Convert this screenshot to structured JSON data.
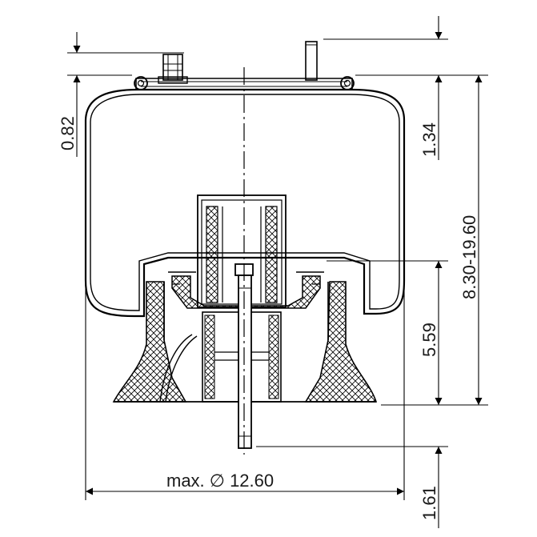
{
  "drawing": {
    "dimensions": {
      "top_offset": "0.82",
      "bead_height": "1.34",
      "height_range": "8.30-19.60",
      "piston_height": "5.59",
      "stud_length": "1.61",
      "max_diameter": "max. ∅ 12.60"
    }
  }
}
